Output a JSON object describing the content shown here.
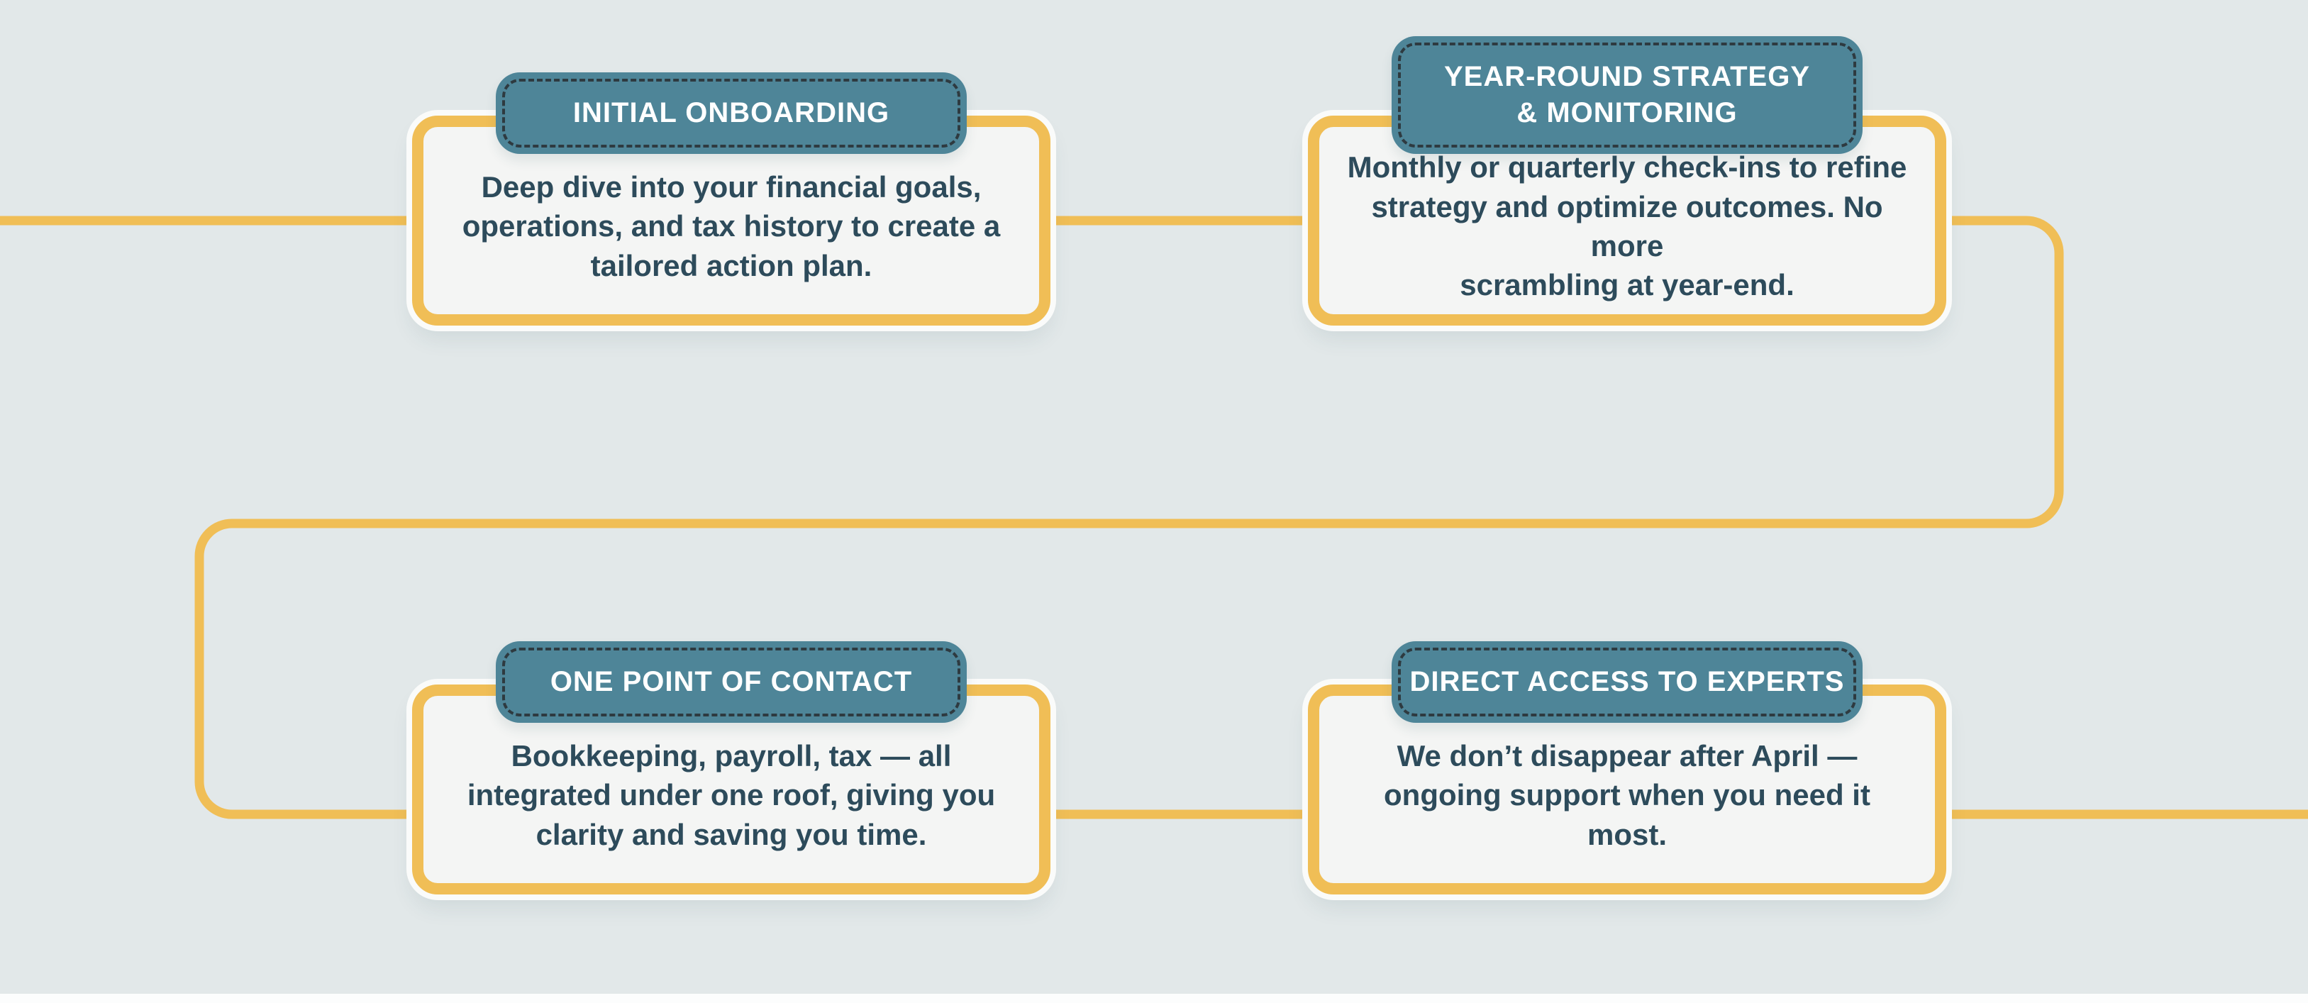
{
  "colors": {
    "background": "#e2e8e9",
    "connector_yellow": "#f0be56",
    "badge_teal": "#4e8598",
    "badge_border_dark": "#2e3a40",
    "card_fill": "#f4f5f4",
    "card_text": "#2d4b5b",
    "badge_text": "#ffffff",
    "card_outline_white": "#fafbfa",
    "bottom_strip": "#fcfdfd"
  },
  "steps": [
    {
      "badge_label": "INITIAL ONBOARDING",
      "description": "Deep dive into your financial goals,\noperations, and tax history to create a\ntailored action plan."
    },
    {
      "badge_label": "YEAR-ROUND STRATEGY\n& MONITORING",
      "description": "Monthly or quarterly check-ins to refine\nstrategy and optimize outcomes. No more\nscrambling at year-end."
    },
    {
      "badge_label": "ONE POINT OF CONTACT",
      "description": "Bookkeeping, payroll, tax — all\nintegrated under one roof, giving you\nclarity and saving you time."
    },
    {
      "badge_label": "DIRECT ACCESS TO EXPERTS",
      "description": "We don’t disappear after April —\nongoing support when you need it\nmost."
    }
  ]
}
